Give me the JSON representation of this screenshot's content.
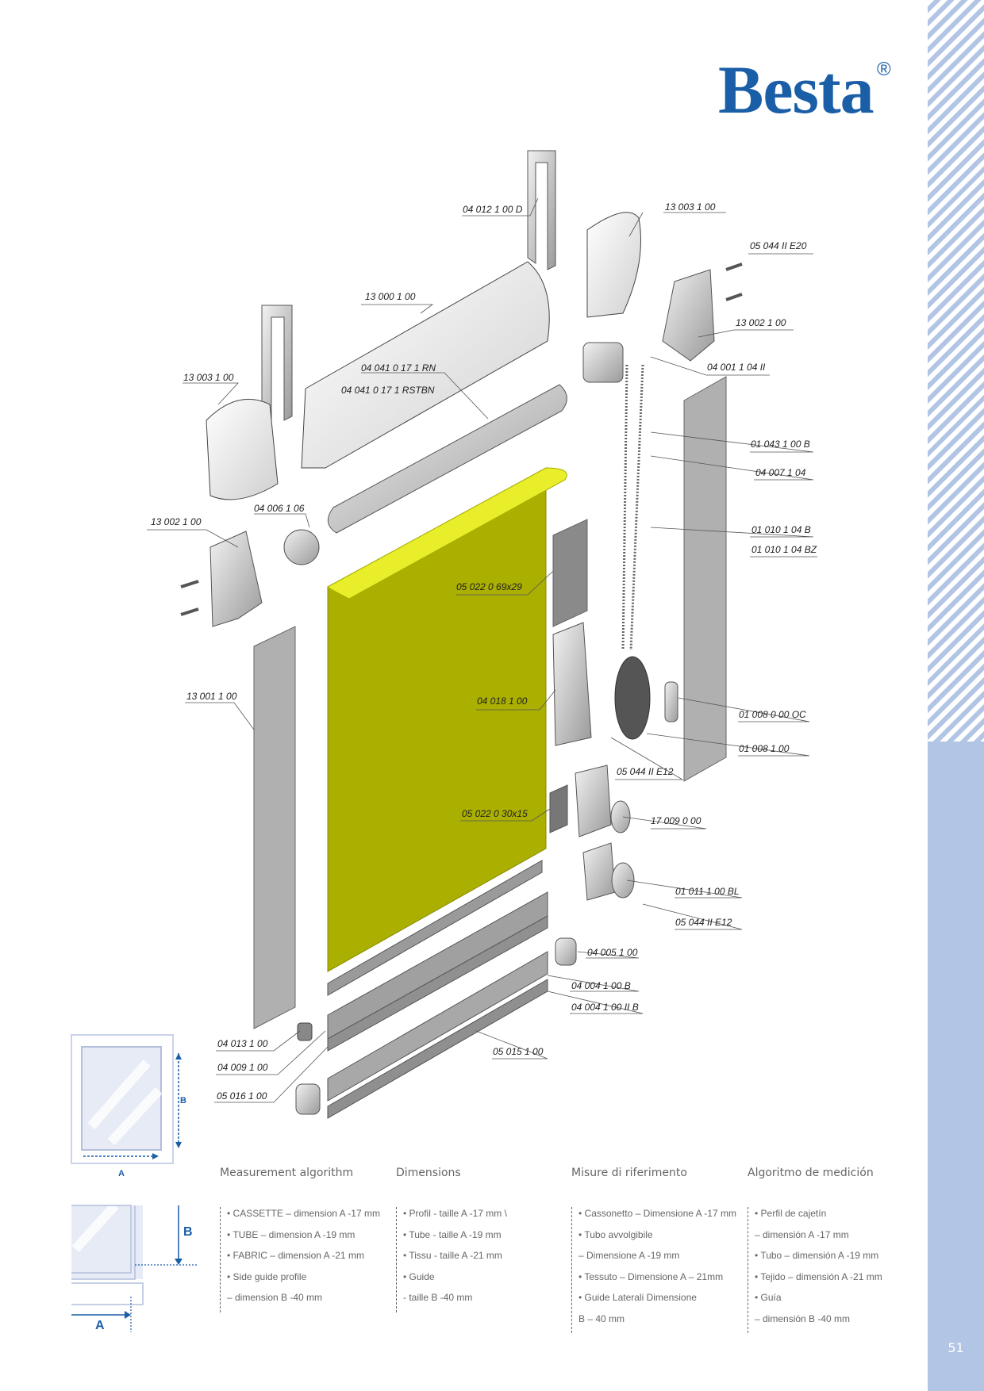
{
  "logo": {
    "text": "Besta",
    "registered": "®"
  },
  "page_number": "51",
  "part_labels": {
    "bracket_d": "04 012 1 00 D",
    "end_cap_right": "13 003 1 00",
    "screw_e20": "05 044 II E20",
    "cassette": "13 000 1 00",
    "mechanism_right": "13 002 1 00",
    "tube_rn": "04 041 0 17 1 RN",
    "tube_rstbn": "04 041 0 17 1 RSTBN",
    "end_cap_left": "13 003 1 00",
    "clutch": "04 001 1 04 II",
    "connector_b": "01 043 1 00 B",
    "chain": "04 007 1 04",
    "mechanism_left": "13 002 1 00",
    "plug": "04 006 1 06",
    "stopper_b": "01 010 1 04 B",
    "stopper_bz": "01 010 1 04 BZ",
    "tape_69": "05 022 0 69x29",
    "side_guide_left": "13 001 1 00",
    "holder": "04 018 1 00",
    "weight_oc": "01 008 0 00 OC",
    "weight": "01 008 1 00",
    "screw_e12_a": "05 044 II E12",
    "tape_30": "05 022 0 30x15",
    "tensioner": "17 009 0 00",
    "child_safety_bl": "01 011 1 00 BL",
    "screw_e12_b": "05 044 II E12",
    "end_cap_small": "04 005 1 00",
    "bottom_bar_b": "04 004 1 00 B",
    "bottom_bar_ii_b": "04 004 1 00 II B",
    "bottom_cap": "04 013 1 00",
    "bottom_plug": "04 009 1 00",
    "bottom_profile": "05 015 1 00",
    "seal_profile": "05 016 1 00"
  },
  "measure_labels": {
    "a_top": "A",
    "b_top": "B",
    "a_bottom": "A",
    "b_bottom": "B"
  },
  "columns": [
    {
      "title": "Measurement algorithm",
      "items": [
        "• CASSETTE – dimension A -17 mm",
        "• TUBE – dimension A -19 mm",
        "• FABRIC – dimension A -21 mm",
        "• Side guide profile",
        "– dimension B -40 mm"
      ]
    },
    {
      "title": "Dimensions",
      "items": [
        "• Profil - taille A -17 mm \\",
        "• Tube - taille A -19 mm",
        "• Tissu - taille A  -21 mm",
        "• Guide",
        "- taille B -40 mm"
      ]
    },
    {
      "title": "Misure di riferimento",
      "items": [
        "• Cassonetto – Dimensione A -17 mm",
        "• Tubo avvolgibile",
        "– Dimensione A -19 mm",
        "• Tessuto – Dimensione A – 21mm",
        "• Guide Laterali Dimensione",
        "B – 40 mm"
      ]
    },
    {
      "title": "Algoritmo de medición",
      "items": [
        "• Perfil de cajetín",
        "–  dimensión A -17 mm",
        "• Tubo –  dimensión A -19 mm",
        "• Tejido –  dimensión A -21 mm",
        "• Guía",
        "–  dimensión B -40 mm"
      ]
    }
  ],
  "colors": {
    "brand": "#1a5ea7",
    "fabric": "#aaaf00",
    "fabric_top": "#e8ef2a",
    "sidebar": "#b3c5e4"
  }
}
